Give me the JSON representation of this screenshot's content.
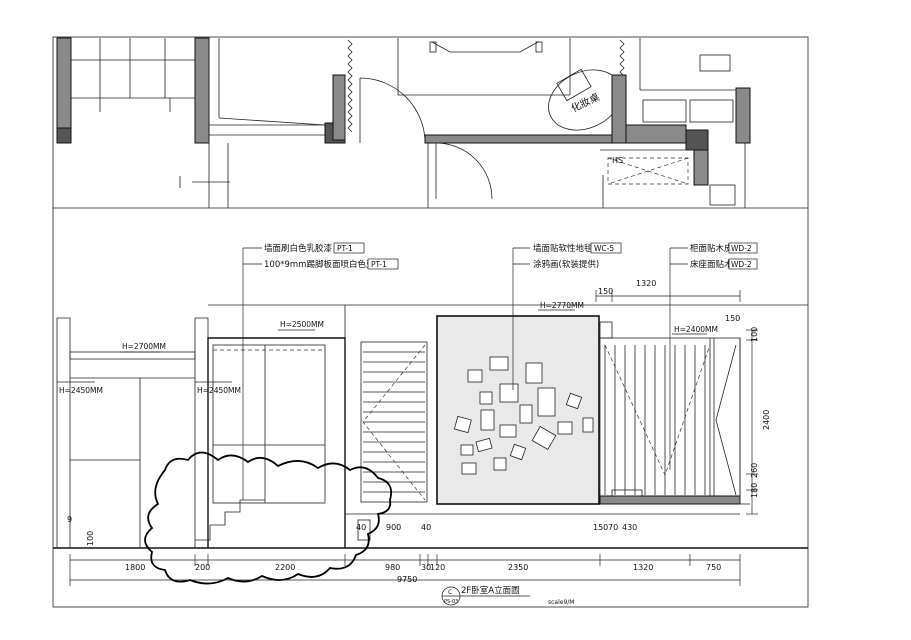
{
  "plan": {
    "room_label": "化妝桌",
    "hs_label": "HS"
  },
  "annotations": {
    "left": [
      {
        "text": "墙面刷白色乳胶漆",
        "code": "PT-1"
      },
      {
        "text": "100*9mm踢脚板面喷白色亚光漆",
        "code": "PT-1"
      }
    ],
    "middle": [
      {
        "text": "墙面贴软性地毯",
        "code": "WC-5"
      },
      {
        "text": "涂鸦画(软装提供)",
        "code": ""
      }
    ],
    "right": [
      {
        "text": "柜面贴木皮",
        "code": "WD-2"
      },
      {
        "text": "床座面贴木皮",
        "code": "WD-2"
      }
    ]
  },
  "heights": {
    "h2700": "H=2700MM",
    "h2450_left": "H=2450MM",
    "h2450_right": "H=2450MM",
    "h2500": "H=2500MM",
    "h2770": "H=2770MM",
    "h2400": "H=2400MM"
  },
  "dims": {
    "top_150": "150",
    "top_1320": "1320",
    "top_right_150": "150",
    "right_100": "100",
    "right_2400": "2400",
    "right_180": "180",
    "right_260": "260",
    "inner": [
      "40",
      "900",
      "40",
      "150",
      "70",
      "430"
    ],
    "left_9": "9",
    "left_100": "100",
    "bottom": [
      "1800",
      "200",
      "2200",
      "980",
      "30",
      "120",
      "2350",
      "1320",
      "750"
    ],
    "total": "9750"
  },
  "title": {
    "main": "2F卧室A立面圖",
    "sub": "scale9/M",
    "tag_top": "C",
    "tag_bottom": "PS-03"
  }
}
